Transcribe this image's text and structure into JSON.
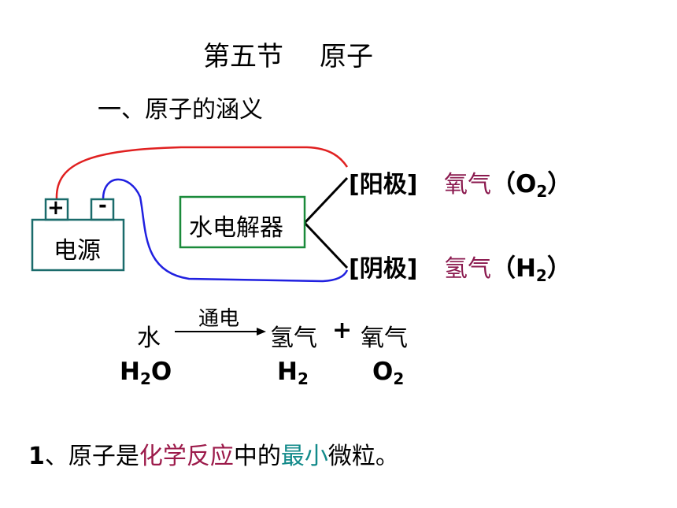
{
  "slide": {
    "title_part1": "第五节",
    "title_part2": "原子",
    "subtitle": "一、原子的涵义"
  },
  "diagram": {
    "power_label": "电源",
    "plus_label": "+",
    "minus_label": "-",
    "electrolyzer_label": "水电解器",
    "anode_label": "[阳极]",
    "cathode_label": "[阴极]",
    "anode_gas": "氧气",
    "anode_formula_open": "（O",
    "anode_formula_sub": "2",
    "anode_formula_close": "）",
    "cathode_gas": "氢气",
    "cathode_formula_open": "（H",
    "cathode_formula_sub": "2",
    "cathode_formula_close": "）",
    "colors": {
      "positive_wire": "#e02020",
      "negative_wire": "#2020e0",
      "box_border": "#1a8a3a",
      "power_border": "#1a6b6b"
    }
  },
  "equation": {
    "reactant": "水",
    "condition": "通电",
    "product1": "氢气",
    "plus": "+",
    "product2": "氧气",
    "f_reactant_a": "H",
    "f_reactant_sub": "2",
    "f_reactant_b": "O",
    "f_product1_a": "H",
    "f_product1_sub": "2",
    "f_product2_a": "O",
    "f_product2_sub": "2"
  },
  "statement": {
    "number": "1",
    "part1": "、原子是",
    "highlight1": "化学反应",
    "part2": "中的",
    "highlight2": "最小",
    "part3": "微粒。"
  }
}
